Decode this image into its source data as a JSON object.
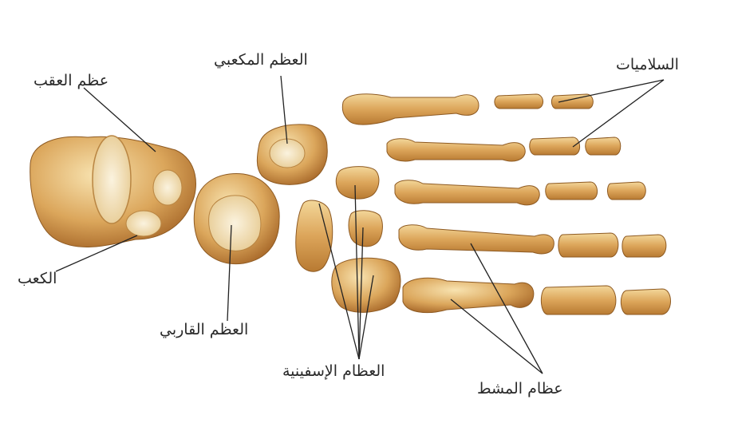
{
  "labels": {
    "calcaneus": "عظم العقب",
    "cuboid": "العظم المكعبي",
    "phalanges": "السلاميات",
    "talus": "الكعب",
    "navicular": "العظم القاربي",
    "cuneiform": "العظام الإسفينية",
    "metatarsals": "عظام المشط"
  }
}
